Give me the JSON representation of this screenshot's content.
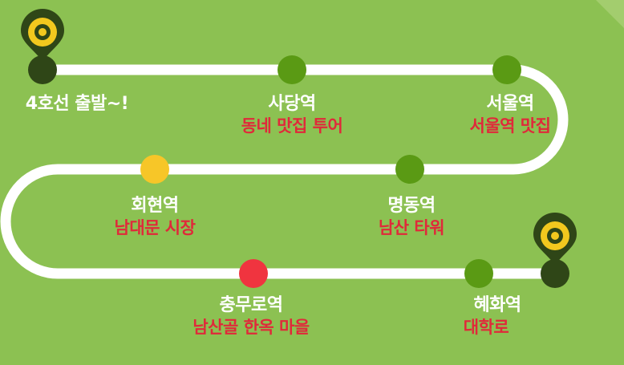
{
  "colors": {
    "background": "#8cc152",
    "route_line": "#ffffff",
    "station_default": "#5a9a14",
    "station_yellow": "#f7c628",
    "station_red": "#f0343f",
    "pin_outer": "#2f4617",
    "pin_inner": "#f2c81e",
    "desc_text": "#e0293a"
  },
  "start": {
    "name": "4호선 출발~!"
  },
  "stations": [
    {
      "id": "sadang",
      "name": "사당역",
      "desc": "동네 맛집 투어",
      "dot": "station_default"
    },
    {
      "id": "seoul",
      "name": "서울역",
      "desc": "서울역 맛집",
      "dot": "station_default"
    },
    {
      "id": "myeongdong",
      "name": "명동역",
      "desc": "남산 타워",
      "dot": "station_default"
    },
    {
      "id": "hoehyeon",
      "name": "회현역",
      "desc": "남대문 시장",
      "dot": "station_yellow"
    },
    {
      "id": "chungmuro",
      "name": "충무로역",
      "desc": "남산골 한옥 마을",
      "dot": "station_red"
    },
    {
      "id": "hyehwa",
      "name": "혜화역",
      "desc": "대학로",
      "dot": "station_default"
    }
  ],
  "icons": {
    "start_pin": "map-pin-icon",
    "end_pin": "map-pin-icon"
  }
}
